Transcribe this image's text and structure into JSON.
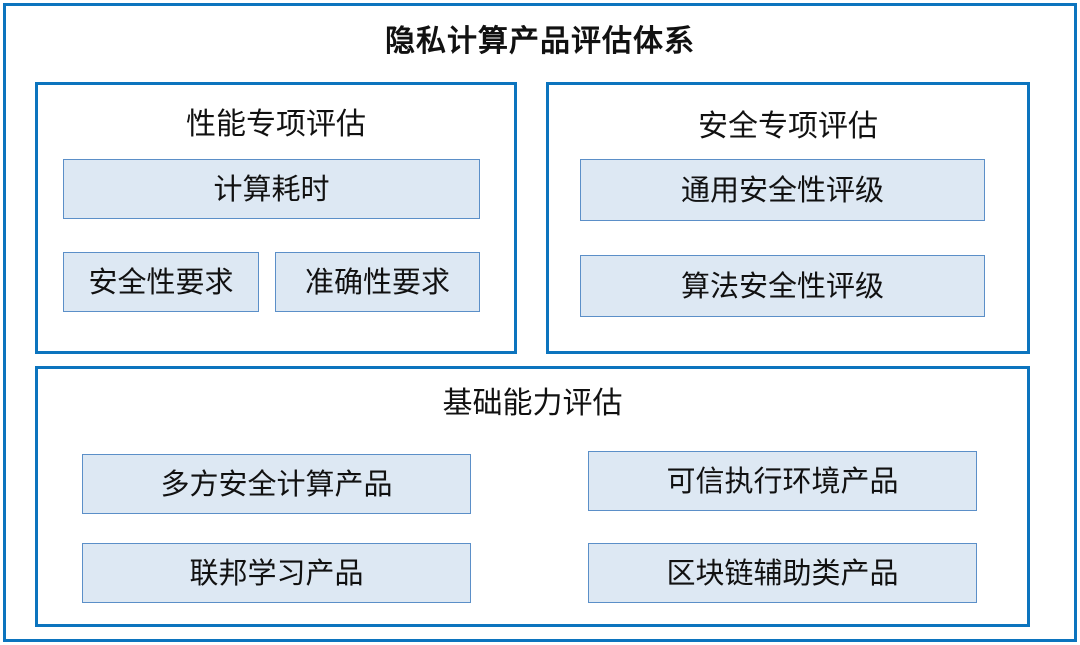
{
  "title": "隐私计算产品评估体系",
  "performance": {
    "title": "性能专项评估",
    "items": [
      "计算耗时",
      "安全性要求",
      "准确性要求"
    ]
  },
  "security": {
    "title": "安全专项评估",
    "items": [
      "通用安全性评级",
      "算法安全性评级"
    ]
  },
  "basic": {
    "title": "基础能力评估",
    "items": [
      "多方安全计算产品",
      "可信执行环境产品",
      "联邦学习产品",
      "区块链辅助类产品"
    ]
  },
  "colors": {
    "border": "#0c74be",
    "box_fill": "#dde8f3",
    "box_border": "#5b8fc8"
  }
}
